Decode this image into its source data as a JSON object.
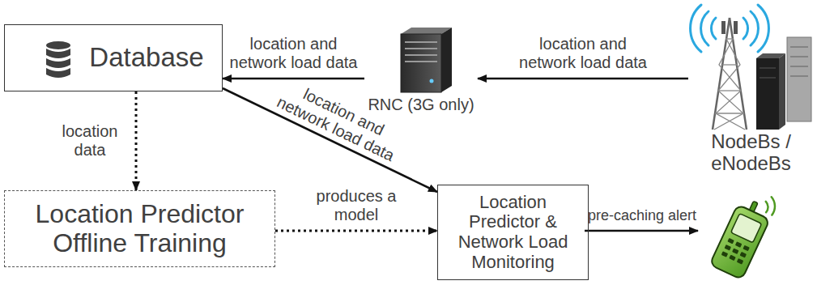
{
  "diagram": {
    "nodes": [
      {
        "text": [
          "Database"
        ]
      },
      {
        "text": [
          "RNC (3G only)"
        ]
      },
      {
        "text": [
          "NodeBs / eNodeBs"
        ]
      },
      {
        "text": [
          "Location Predictor Offline Training"
        ]
      },
      {
        "text": [
          "Location Predictor & Network Load Monitoring"
        ]
      }
    ],
    "edges": [
      {
        "from": 2,
        "to": 1,
        "label": "location and network load data",
        "arrow": "to"
      },
      {
        "from": 1,
        "to": 0,
        "label": "location and network load data",
        "arrow": "to"
      },
      {
        "from": 0,
        "to": 4,
        "label": "location and network load data",
        "arrow": "to"
      },
      {
        "from": 0,
        "to": 3,
        "label": "location data",
        "arrow": "to"
      },
      {
        "from": 3,
        "to": 4,
        "label": "produces a model",
        "arrow": "to"
      }
    ],
    "labels": [
      "pre-caching alert"
    ]
  }
}
